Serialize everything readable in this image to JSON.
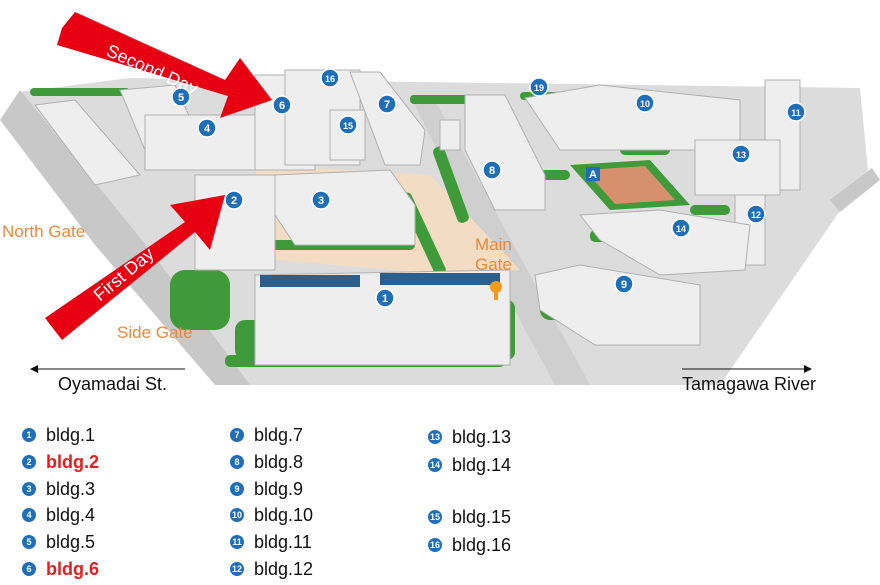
{
  "arrows": {
    "second_day": "Second Day",
    "first_day": "First Day"
  },
  "gates": {
    "north": "North Gate",
    "main": "Main\nGate",
    "side": "Side Gate"
  },
  "streets": {
    "left": "Oyamadai St.",
    "right": "Tamagawa River"
  },
  "map_markers": [
    "1",
    "2",
    "3",
    "4",
    "5",
    "6",
    "7",
    "8",
    "9",
    "10",
    "11",
    "12",
    "13",
    "14",
    "15",
    "16",
    "19",
    "A"
  ],
  "legend": [
    {
      "num": "1",
      "label": "bldg.1",
      "highlight": false
    },
    {
      "num": "2",
      "label": "bldg.2",
      "highlight": true
    },
    {
      "num": "3",
      "label": "bldg.3",
      "highlight": false
    },
    {
      "num": "4",
      "label": "bldg.4",
      "highlight": false
    },
    {
      "num": "5",
      "label": "bldg.5",
      "highlight": false
    },
    {
      "num": "6",
      "label": "bldg.6",
      "highlight": true
    },
    {
      "num": "7",
      "label": "bldg.7",
      "highlight": false
    },
    {
      "num": "8",
      "label": "bldg.8",
      "highlight": false
    },
    {
      "num": "9",
      "label": "bldg.9",
      "highlight": false
    },
    {
      "num": "10",
      "label": "bldg.10",
      "highlight": false
    },
    {
      "num": "11",
      "label": "bldg.11",
      "highlight": false
    },
    {
      "num": "12",
      "label": "bldg.12",
      "highlight": false
    },
    {
      "num": "13",
      "label": "bldg.13",
      "highlight": false
    },
    {
      "num": "14",
      "label": "bldg.14",
      "highlight": false
    },
    {
      "num": "15",
      "label": "bldg.15",
      "highlight": false
    },
    {
      "num": "16",
      "label": "bldg.16",
      "highlight": false
    }
  ],
  "colors": {
    "marker": "#1f6fb8",
    "arrow": "#e60012",
    "gate_text": "#e8883a",
    "highlight": "#e02020"
  }
}
